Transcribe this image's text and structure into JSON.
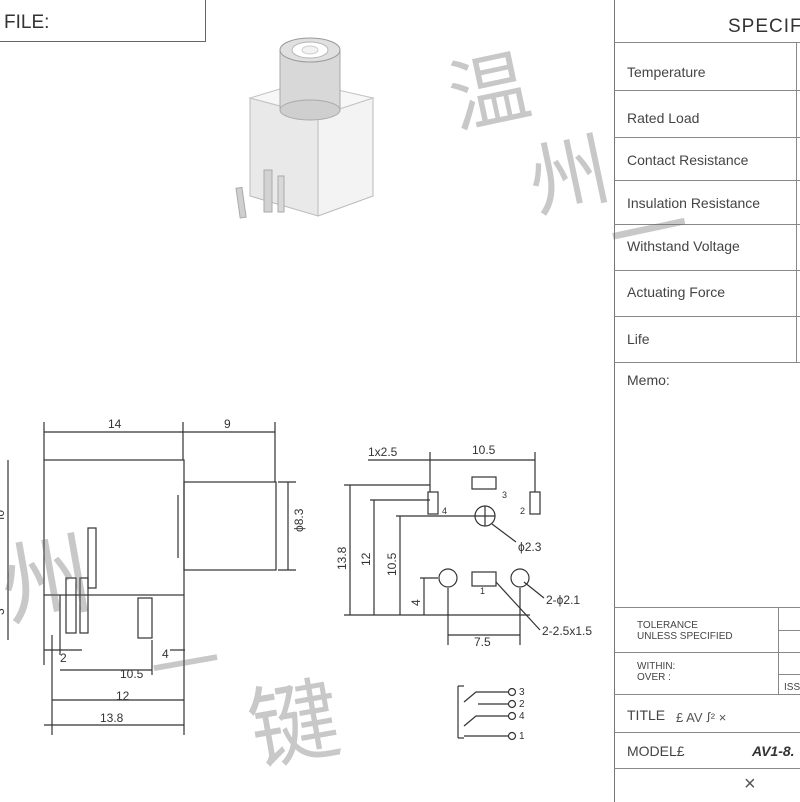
{
  "header": {
    "file_label": "FILE:"
  },
  "spec_panel": {
    "title": "SPECIF",
    "rows": [
      "Temperature",
      "Rated Load",
      "Contact Resistance",
      "Insulation Resistance",
      "Withstand Voltage",
      "Actuating Force",
      "Life"
    ],
    "memo_label": "Memo:",
    "tolerance_line1": "TOLERANCE",
    "tolerance_line2": "UNLESS SPECIFIED",
    "within_label": "WITHIN:",
    "over_label": "OVER :",
    "iss_label": "ISS",
    "title_label": "TITLE",
    "title_value": "£ AV ꭍ² ×",
    "model_label": "MODEL£",
    "model_value": "AV1-8.",
    "bottom_mark": "×"
  },
  "side_view": {
    "dims": {
      "top_left": "14",
      "top_right": "9",
      "diameter": "ϕ8.3",
      "pin_offset": "2",
      "d_4": "4",
      "d_10_5": "10.5",
      "d_12": "12",
      "d_13_8": "13.8",
      "left_partial_1": "ı0",
      "left_partial_2": "3"
    }
  },
  "footprint_view": {
    "dims": {
      "slot": "1x2.5",
      "width": "10.5",
      "height_13_8": "13.8",
      "height_12": "12",
      "height_10_5": "10.5",
      "height_4": "4",
      "hole_center": "ϕ2.3",
      "holes_2": "2-ϕ2.1",
      "slots_2": "2-2.5x1.5",
      "spacing": "7.5"
    },
    "pins": [
      "1",
      "2",
      "3",
      "4"
    ]
  },
  "schematic": {
    "pins": [
      "3",
      "2",
      "4",
      "1"
    ]
  },
  "watermark": {
    "chars": [
      "温",
      "州",
      "一",
      "键",
      "州"
    ]
  }
}
